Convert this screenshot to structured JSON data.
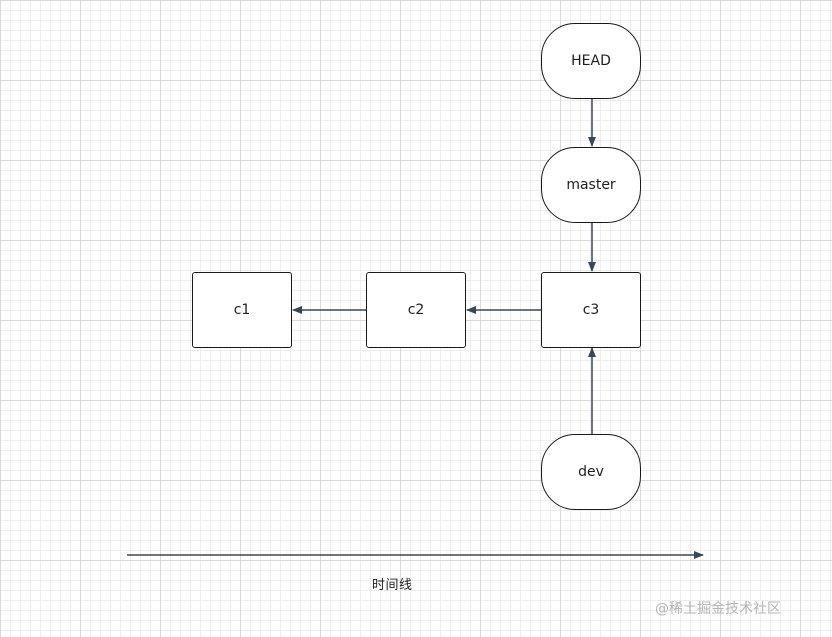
{
  "diagram": {
    "nodes": {
      "head": "HEAD",
      "master": "master",
      "c3": "c3",
      "c2": "c2",
      "c1": "c1",
      "dev": "dev"
    },
    "edges": [
      {
        "from": "head",
        "to": "master"
      },
      {
        "from": "master",
        "to": "c3"
      },
      {
        "from": "c3",
        "to": "c2"
      },
      {
        "from": "c2",
        "to": "c1"
      },
      {
        "from": "dev",
        "to": "c3"
      }
    ],
    "timeline_label": "时间线",
    "line_color": "#3d4658"
  },
  "watermark": "@稀土掘金技术社区"
}
